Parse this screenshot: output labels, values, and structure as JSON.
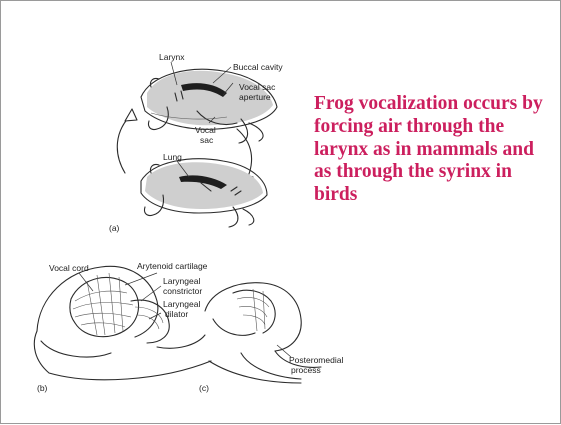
{
  "caption": "Frog vocalization occurs by forcing air through the larynx as in mammals and as through the syrinx in birds",
  "colors": {
    "caption": "#cc1f5e",
    "border": "#9a9a9a",
    "linework": "#2b2b2b"
  },
  "figure": {
    "panel_a": {
      "tag": "(a)",
      "labels": {
        "larynx": "Larynx",
        "buccal_cavity": "Buccal cavity",
        "vocal_sac_aperture_1": "Vocal sac",
        "vocal_sac_aperture_2": "aperture",
        "vocal_sac_1": "Vocal",
        "vocal_sac_2": "sac",
        "lung": "Lung"
      }
    },
    "panel_b": {
      "tag": "(b)",
      "labels": {
        "vocal_cord": "Vocal cord",
        "arytenoid_cartilage": "Arytenoid cartilage",
        "laryngeal_constrictor_1": "Laryngeal",
        "laryngeal_constrictor_2": "constrictor",
        "laryngeal_dilator_1": "Laryngeal",
        "laryngeal_dilator_2": "dilator"
      }
    },
    "panel_c": {
      "tag": "(c)",
      "labels": {
        "posteromedial_process_1": "Posteromedial",
        "posteromedial_process_2": "process"
      }
    }
  }
}
